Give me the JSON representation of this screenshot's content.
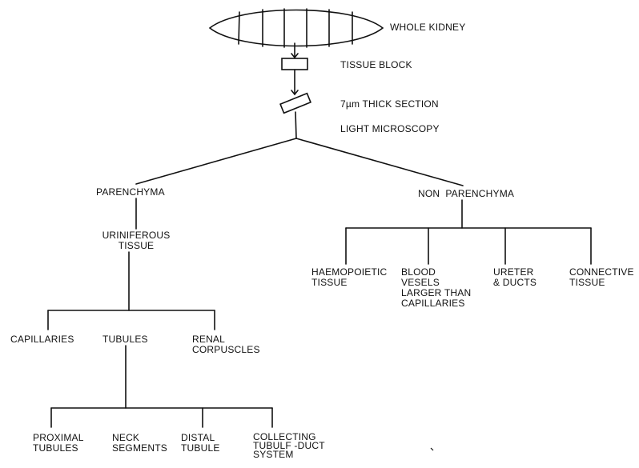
{
  "diagram": {
    "top_chain": {
      "whole_kidney": "WHOLE KIDNEY",
      "tissue_block": "TISSUE BLOCK",
      "section": "7µm THICK SECTION",
      "light_microscopy": "LIGHT MICROSCOPY"
    },
    "parenchyma": {
      "label": "PARENCHYMA",
      "uriniferous_tissue": "URINIFEROUS\nTISSUE",
      "children": {
        "capillaries": "CAPILLARIES",
        "tubules": "TUBULES",
        "renal_corpuscles": "RENAL\nCORPUSCLES"
      },
      "tubule_children": {
        "proximal": "PROXIMAL\nTUBULES",
        "neck": "NECK\nSEGMENTS",
        "distal": "DISTAL\nTUBULE",
        "collecting": "COLLECTING\nTUBULF -DUCT\nSYSTEM"
      }
    },
    "non_parenchyma": {
      "label": "NON  PARENCHYMA",
      "children": {
        "haemopoietic": "HAEMOPOIETIC\nTISSUE",
        "blood_vessels": "BLOOD\nVESELS\nLARGER THAN\nCAPILLARIES",
        "ureter": "URETER\n& DUCTS",
        "connective": "CONNECTIVE\nTISSUE"
      }
    }
  }
}
